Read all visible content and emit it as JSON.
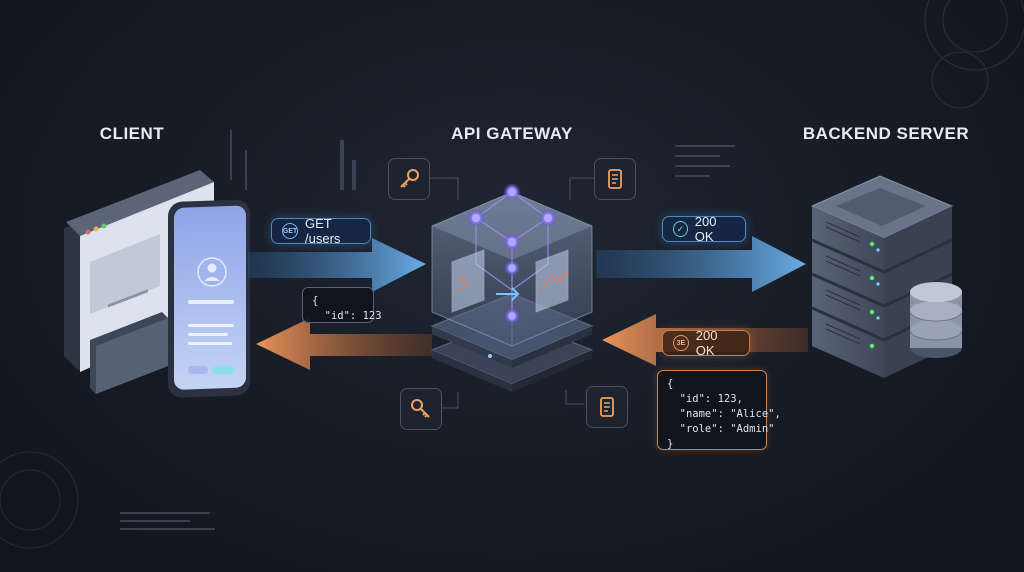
{
  "labels": {
    "client": "CLIENT",
    "gateway": "API GATEWAY",
    "backend": "BACKEND SERVER"
  },
  "request": {
    "badge_text": "GET",
    "pill_text": "GET /users",
    "body": "{\n  \"id\": 123"
  },
  "gateway_response": {
    "badge_text": "✓",
    "pill_text": "200 OK"
  },
  "backend_response": {
    "badge_text": "3E",
    "pill_text": "200 OK",
    "body": "{\n  \"id\": 123,\n  \"name\": \"Alice\",\n  \"role\": \"Admin\"\n}"
  },
  "colors": {
    "request_arrow": "#5aa6ea",
    "response_arrow": "#f08a4e",
    "node_glow": "#7b6cf0",
    "background": "#161b24"
  },
  "icons": [
    "key-icon",
    "scroll-icon",
    "check-icon",
    "database-icon",
    "server-rack-icon",
    "smartphone-icon",
    "browser-window-icon"
  ]
}
